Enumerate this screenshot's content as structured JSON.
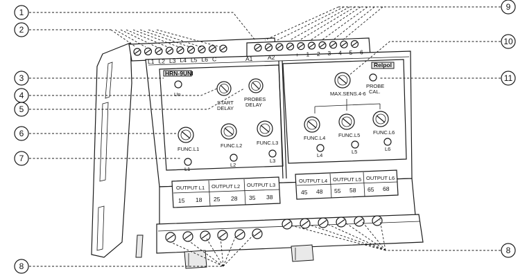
{
  "module": {
    "model": "HRN-9UNI",
    "brand": "Relpol"
  },
  "front_labels": {
    "un": "Un",
    "start_delay": [
      "START",
      "DELAY"
    ],
    "probes_delay": [
      "PROBES",
      "DELAY"
    ],
    "max_sens": "MAX.SENS.4-6",
    "probe_cal": [
      "PROBE",
      "CAL."
    ]
  },
  "leds_left": [
    "L1",
    "L2",
    "L3"
  ],
  "leds_right": [
    "L4",
    "L5",
    "L6"
  ],
  "functions": [
    "FUNC.L1",
    "FUNC.L2",
    "FUNC.L3",
    "FUNC.L4",
    "FUNC.L5",
    "FUNC.L6"
  ],
  "top_terminals_left": [
    "L1",
    "L2",
    "L3",
    "L4",
    "L5",
    "L6",
    "C"
  ],
  "top_terminals_mid": [
    "A1",
    "A2"
  ],
  "top_terminals_right": [
    "+",
    "1",
    "2",
    "3",
    "4",
    "5",
    "6"
  ],
  "outputs_left": [
    {
      "title": "OUTPUT L1",
      "pins": [
        "15",
        "18"
      ]
    },
    {
      "title": "OUTPUT L2",
      "pins": [
        "25",
        "28"
      ]
    },
    {
      "title": "OUTPUT L3",
      "pins": [
        "35",
        "38"
      ]
    }
  ],
  "outputs_right": [
    {
      "title": "OUTPUT L4",
      "pins": [
        "45",
        "48"
      ]
    },
    {
      "title": "OUTPUT L5",
      "pins": [
        "55",
        "58"
      ]
    },
    {
      "title": "OUTPUT L6",
      "pins": [
        "65",
        "68"
      ]
    }
  ],
  "callouts": [
    "1",
    "2",
    "3",
    "4",
    "5",
    "6",
    "7",
    "8",
    "8",
    "9",
    "10",
    "11"
  ]
}
